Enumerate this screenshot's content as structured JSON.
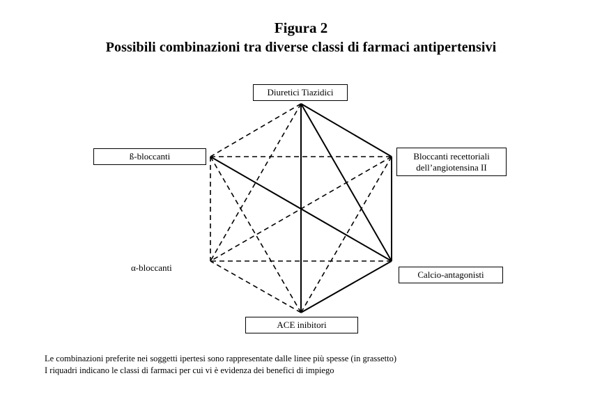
{
  "title": "Figura 2",
  "subtitle": "Possibili combinazioni tra diverse classi di farmaci antipertensivi",
  "nodes": {
    "diuretici": "Diuretici Tiazidici",
    "beta": "ß-bloccanti",
    "arb_line1": "Bloccanti recettoriali",
    "arb_line2": "dell’angiotensina II",
    "calcio": "Calcio-antagonisti",
    "ace": "ACE inibitori",
    "alpha": "α-bloccanti"
  },
  "connections": [
    {
      "from": "diuretici",
      "to": "beta",
      "style": "dashed"
    },
    {
      "from": "diuretici",
      "to": "arb",
      "style": "solid"
    },
    {
      "from": "diuretici",
      "to": "calcio",
      "style": "solid"
    },
    {
      "from": "diuretici",
      "to": "ace",
      "style": "solid"
    },
    {
      "from": "diuretici",
      "to": "alpha",
      "style": "dashed"
    },
    {
      "from": "beta",
      "to": "arb",
      "style": "dashed"
    },
    {
      "from": "beta",
      "to": "calcio",
      "style": "solid"
    },
    {
      "from": "beta",
      "to": "ace",
      "style": "dashed"
    },
    {
      "from": "beta",
      "to": "alpha",
      "style": "dashed"
    },
    {
      "from": "arb",
      "to": "calcio",
      "style": "solid"
    },
    {
      "from": "arb",
      "to": "ace",
      "style": "dashed"
    },
    {
      "from": "arb",
      "to": "alpha",
      "style": "dashed"
    },
    {
      "from": "calcio",
      "to": "ace",
      "style": "solid"
    },
    {
      "from": "calcio",
      "to": "alpha",
      "style": "dashed"
    },
    {
      "from": "ace",
      "to": "alpha",
      "style": "dashed"
    }
  ],
  "notes": {
    "line1": "Le combinazioni preferite nei soggetti ipertesi sono rappresentate dalle linee più spesse (in grassetto)",
    "line2": "I riquadri indicano le classi di farmaci per cui vi è evidenza dei benefici di impiego"
  }
}
